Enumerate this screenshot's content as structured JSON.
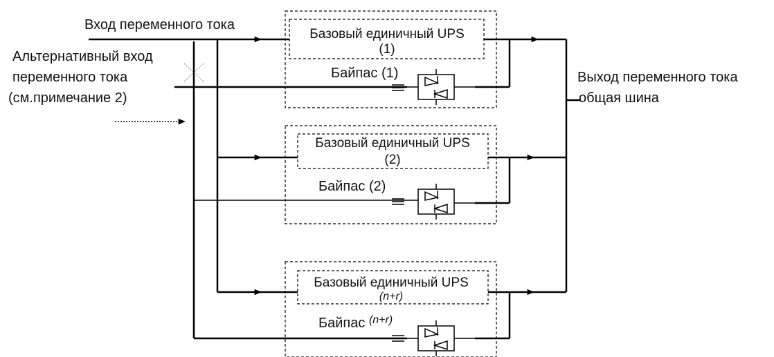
{
  "inputs": {
    "ac_input": "Вход переменного тока",
    "alt_input_line1": "Альтернативный вход",
    "alt_input_line2": "переменного тока",
    "alt_input_line3": "(см.примечание 2)"
  },
  "output": {
    "line1": "Выход переменного тока",
    "line2": "общая шина"
  },
  "units": [
    {
      "title": "Базовый единичный UPS",
      "index": "(1)",
      "bypass": "Байпас",
      "bypass_index": "(1)"
    },
    {
      "title": "Базовый единичный UPS",
      "index": "(2)",
      "bypass": "Байпас",
      "bypass_index": "(2)"
    },
    {
      "title": "Базовый единичный UPS",
      "index": "(n+r)",
      "bypass": "Байпас",
      "bypass_index": "(n+r)"
    }
  ],
  "colors": {
    "line": "#000000",
    "text": "#111111",
    "background": "#ffffff"
  }
}
